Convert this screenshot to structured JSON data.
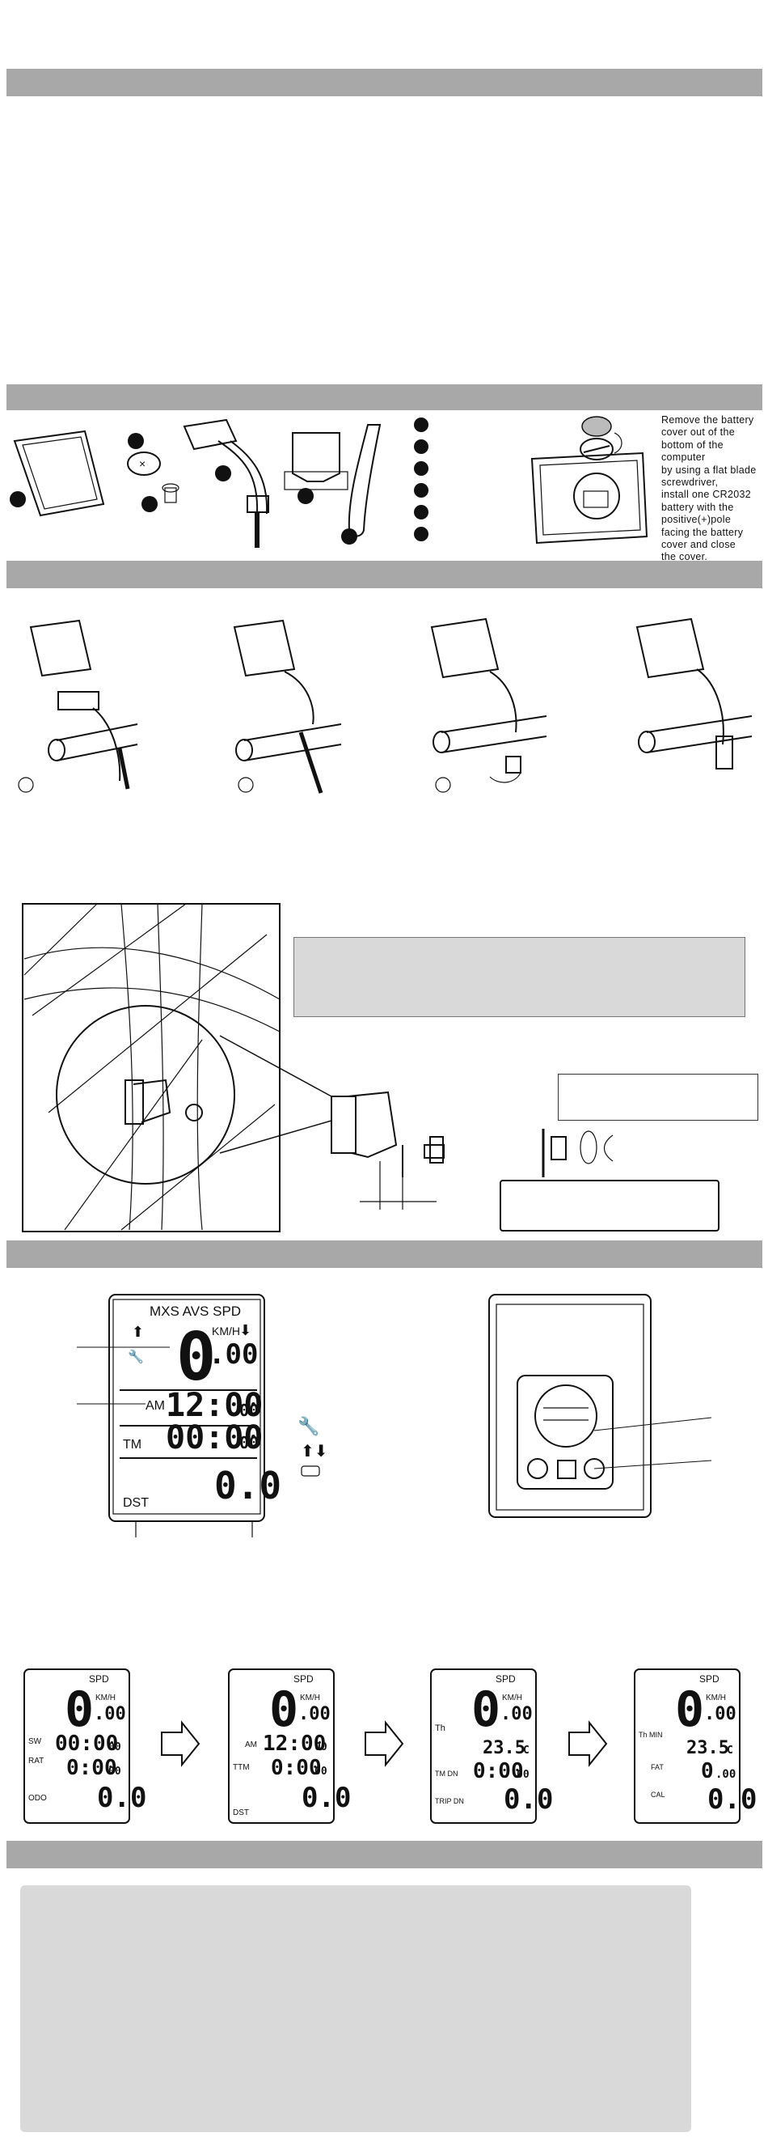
{
  "battery_instructions": {
    "lines": [
      "Remove the battery",
      "cover out of the",
      "bottom of the",
      "computer",
      "by using a flat blade",
      "screwdriver,",
      "install one CR2032",
      "battery with the",
      "positive(+)pole",
      "facing the battery",
      "cover and close",
      "the cover."
    ]
  },
  "main_display": {
    "header": "MXS AVS SPD",
    "speed": "0",
    "speed_decimal": ".00",
    "unit": "KM/H",
    "clock_mode": "AM",
    "clock": "12:00",
    "clock_sec": "00",
    "time": "00:00",
    "time_sec": "00",
    "row_label": "TM",
    "bottom_label": "DST",
    "bottom_value": "0.0"
  },
  "mode_screens": [
    {
      "header": "SPD",
      "speed": "0",
      "speed_decimal": ".00",
      "unit": "KM/H",
      "label1": "SW",
      "value1": "00:00",
      "value1_small": "00",
      "label2": "RAT",
      "value2": "0:00",
      "value2_small": "00",
      "label3": "ODO",
      "value3": "0.0"
    },
    {
      "header": "SPD",
      "speed": "0",
      "speed_decimal": ".00",
      "unit": "KM/H",
      "label1": "AM",
      "value1": "12:00",
      "value1_small": "00",
      "label2": "TTM",
      "value2": "0:00",
      "value2_small": "00",
      "label3": "DST",
      "value3": "0.0"
    },
    {
      "header": "SPD",
      "speed": "0",
      "speed_decimal": ".00",
      "unit": "KM/H",
      "label1": "Th",
      "value1": "23.5",
      "value1_small": "C",
      "label2": "TM DN",
      "value2": "0:00",
      "value2_small": "00",
      "label3": "TRIP DN",
      "value3": "0.0"
    },
    {
      "header": "SPD",
      "speed": "0",
      "speed_decimal": ".00",
      "unit": "KM/H",
      "label1": "Th MIN",
      "value1": "23.5",
      "value1_small": "C",
      "label2": "FAT",
      "value2": "0",
      "value2_small": ".00",
      "label3": "CAL",
      "value3": "0.0"
    }
  ],
  "colors": {
    "band": "#a8a8a8",
    "panel": "#d9d9d9",
    "ink": "#111111"
  }
}
